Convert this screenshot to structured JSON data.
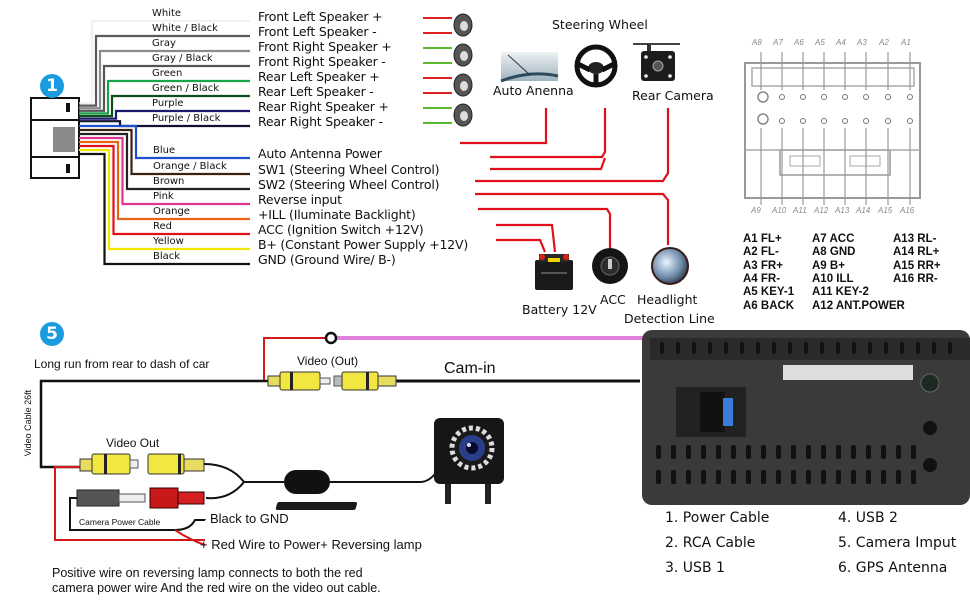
{
  "section1": {
    "badge": "1",
    "wires": [
      {
        "label": "White",
        "color": "#e6e6e6",
        "function": "Front Left Speaker +"
      },
      {
        "label": "White / Black",
        "color": "#5a5a5a",
        "function": "Front Left Speaker -"
      },
      {
        "label": "Gray",
        "color": "#8a8a8a",
        "function": "Front Right Speaker +"
      },
      {
        "label": "Gray / Black",
        "color": "#555555",
        "function": "Front Right Speaker -"
      },
      {
        "label": "Green",
        "color": "#1aa34a",
        "function": "Rear Left Speaker +"
      },
      {
        "label": "Green / Black",
        "color": "#0d4d1e",
        "function": "Rear Left Speaker -"
      },
      {
        "label": "Purple",
        "color": "#1d1a6e",
        "function": "Rear Right Speaker +"
      },
      {
        "label": "Purple / Black",
        "color": "#111133",
        "function": "Rear Right Speaker -"
      },
      {
        "label": "Blue",
        "color": "#1f4fcc",
        "function": "Auto Antenna Power"
      },
      {
        "label": "Orange / Black",
        "color": "#3a2210",
        "function": "SW1 (Steering Wheel Control)"
      },
      {
        "label": "Brown",
        "color": "#222222",
        "function": "SW2 (Steering Wheel Control)"
      },
      {
        "label": "Pink",
        "color": "#e0358f",
        "function": "Reverse input"
      },
      {
        "label": "Orange",
        "color": "#e8641a",
        "function": "+ILL (Iluminate Backlight)"
      },
      {
        "label": "Red",
        "color": "#e0101a",
        "function": "ACC (Ignition Switch +12V)"
      },
      {
        "label": "Yellow",
        "color": "#f5e500",
        "function": "B+ (Constant Power Supply +12V)"
      },
      {
        "label": "Black",
        "color": "#111111",
        "function": "GND (Ground Wire/ B-)"
      }
    ],
    "devices": {
      "steering_wheel": "Steering Wheel",
      "auto_antenna": "Auto Anenna",
      "rear_camera": "Rear Camera",
      "battery": "Battery 12V",
      "acc": "ACC",
      "headlight_line1": "Headlight",
      "headlight_line2": "Detection Line"
    }
  },
  "connector": {
    "top_pins": [
      "A8",
      "A7",
      "A6",
      "A5",
      "A4",
      "A3",
      "A2",
      "A1"
    ],
    "bottom_pins": [
      "A9",
      "A10",
      "A11",
      "A12",
      "A13",
      "A14",
      "A15",
      "A16"
    ],
    "pinout_columns": [
      [
        "A1 FL+",
        "A2 FL-",
        "A3 FR+",
        "A4 FR-",
        "A5 KEY-1",
        "A6 BACK"
      ],
      [
        "A7 ACC",
        "A8 GND",
        "A9 B+",
        "A10 ILL",
        "A11 KEY-2",
        "A12 ANT.POWER"
      ],
      [
        "A13 RL-",
        "A14 RL+",
        "A15 RR+",
        "A16 RR-"
      ]
    ]
  },
  "section5": {
    "badge": "5",
    "long_run": "Long run from rear to dash of car",
    "video_cable": "Video Cable 26ft",
    "video_out_top": "Video (Out)",
    "cam_in": "Cam-in",
    "video_out": "Video Out",
    "camera_power_cable": "Camera Power Cable",
    "black_to_gnd": "- Black to GND",
    "red_to_power": "+ Red Wire to Power+ Reversing lamp",
    "note_line1": "Positive wire on reversing lamp connects to both the red",
    "note_line2": "camera power wire And the red wire on the video out cable."
  },
  "head_unit_legend": {
    "col1": [
      "1. Power Cable",
      "2. RCA Cable",
      "3. USB 1"
    ],
    "col2": [
      "4. USB 2",
      "5. Camera Imput",
      "6. GPS Antenna"
    ]
  },
  "colors": {
    "badge": "#1a9be0",
    "signal_red": "#e0101a",
    "speaker_red": "#e02020",
    "speaker_green": "#5cb82c",
    "pink_wire": "#e080d8",
    "rca_yellow": "#f2e640"
  }
}
